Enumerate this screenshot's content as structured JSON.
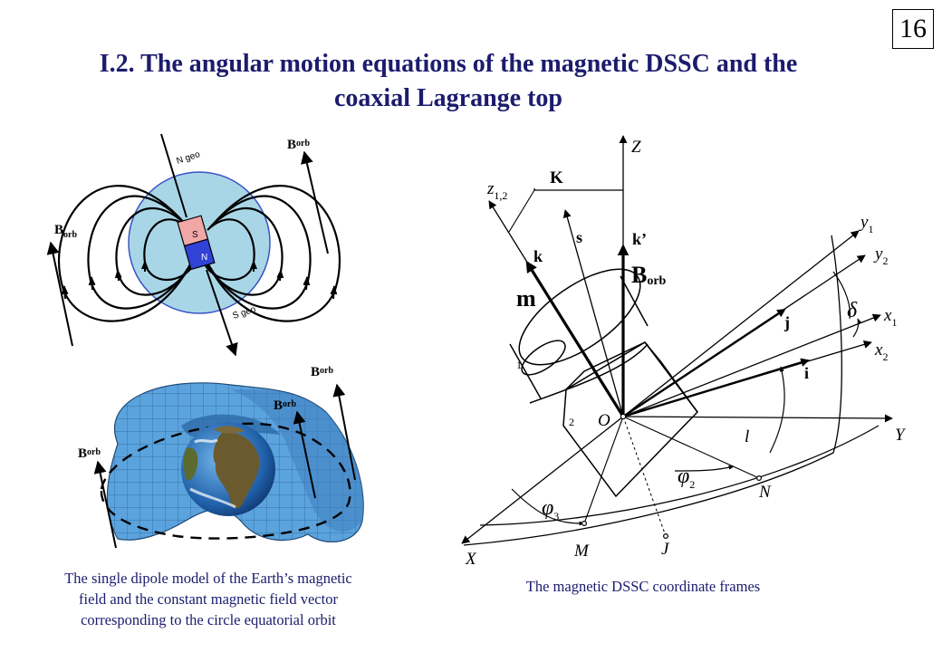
{
  "slide": {
    "number": "16",
    "title_line1": "I.2. The angular motion equations of the magnetic DSSC and the",
    "title_line2": "coaxial Lagrange top"
  },
  "dipole": {
    "n_geo": "N geo",
    "s_geo": "S geo",
    "magnet_s": "S",
    "magnet_n": "N",
    "b_main": "B",
    "b_sub": "orb"
  },
  "torus": {
    "b_main": "B",
    "b_sub": "orb"
  },
  "frames": {
    "Z": "Z",
    "z12_main": "z",
    "z12_sub": "1,2",
    "K": "K",
    "k": "k",
    "s": "s",
    "k_prime": "k’",
    "B_main": "B",
    "B_sub": "orb",
    "m": "m",
    "y1_main": "y",
    "y1_sub": "1",
    "y2_main": "y",
    "y2_sub": "2",
    "x1_main": "x",
    "x1_sub": "1",
    "x2_main": "x",
    "x2_sub": "2",
    "delta": "δ",
    "j": "j",
    "i": "i",
    "one": "1",
    "two": "2",
    "O": "O",
    "Y": "Y",
    "l": "l",
    "phi_main": "φ",
    "phi2_sub": "2",
    "phi3_sub": "3",
    "N": "N",
    "X": "X",
    "M": "M",
    "J": "J"
  },
  "captions": {
    "left_line1": "The single dipole model of the Earth’s magnetic",
    "left_line2": "field and the constant magnetic field vector",
    "left_line3": "corresponding to the circle equatorial orbit",
    "right": "The magnetic DSSC coordinate frames"
  }
}
